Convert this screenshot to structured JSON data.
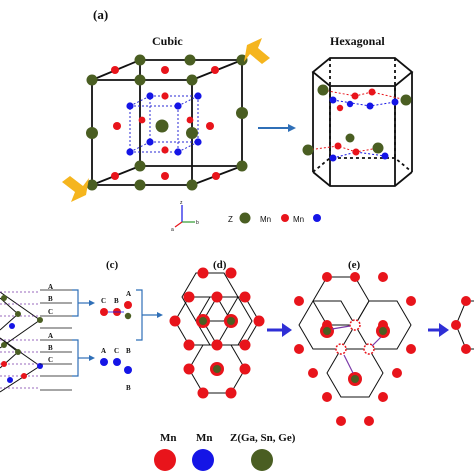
{
  "panels": {
    "a": "(a)",
    "c": "(c)",
    "d": "(d)",
    "e": "(e)"
  },
  "structures": {
    "cubic": "Cubic",
    "hexagonal": "Hexagonal"
  },
  "axis_labels": {
    "z": "z",
    "b": "b",
    "a": "a"
  },
  "top_legend": {
    "z": "Z",
    "mn1": "Mn",
    "mn2": "Mn"
  },
  "stacking": {
    "left_layers": [
      "A",
      "B",
      "C",
      "A",
      "B",
      "C"
    ],
    "right_labels_top": [
      "C",
      "B",
      "A"
    ],
    "right_labels_bottom": [
      "A",
      "C",
      "B",
      "B"
    ]
  },
  "bottom_legend": {
    "mn_red": "Mn",
    "mn_blue": "Mn",
    "z": "Z(Ga, Sn, Ge)"
  },
  "colors": {
    "mn_red": "#e8141b",
    "mn_blue": "#1515e6",
    "z_green": "#4a5e22",
    "arrow_blue": "#2f6fb7",
    "yellow_arrow": "#f5b51e",
    "dashed_purple": "#7a3aa8"
  }
}
